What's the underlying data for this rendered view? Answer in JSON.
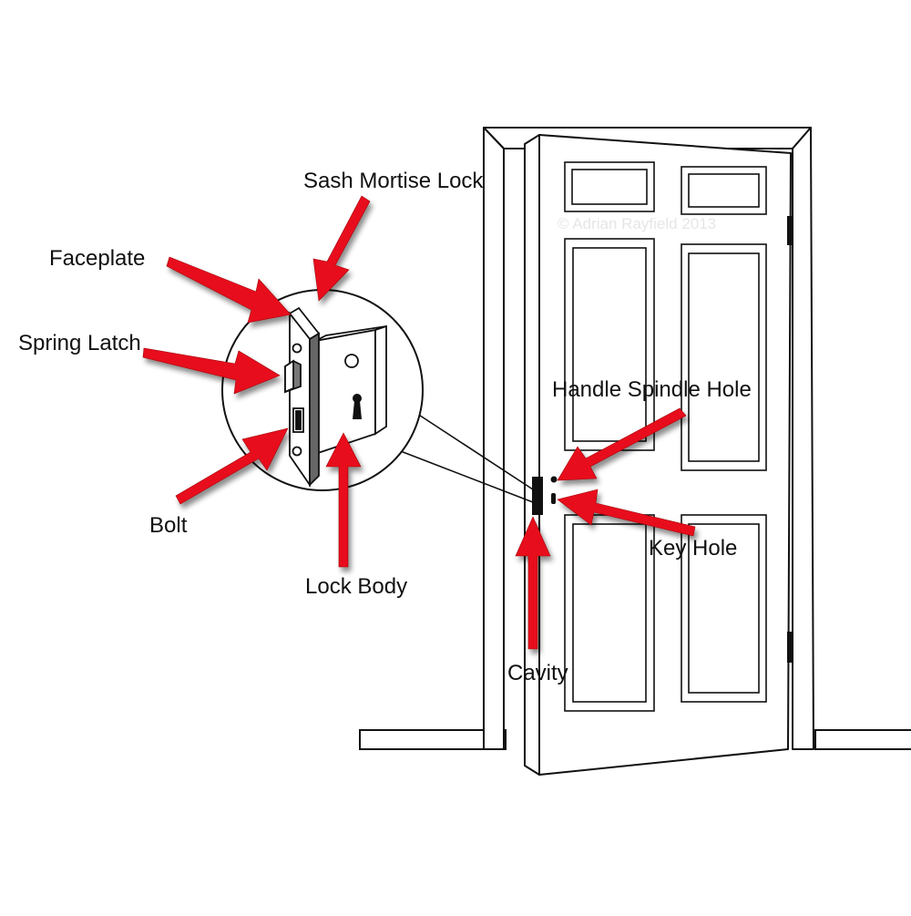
{
  "labels": {
    "sash_mortise_lock": "Sash Mortise Lock",
    "faceplate": "Faceplate",
    "spring_latch": "Spring Latch",
    "bolt": "Bolt",
    "lock_body": "Lock Body",
    "handle_spindle_hole": "Handle Spindle Hole",
    "key_hole": "Key Hole",
    "cavity": "Cavity"
  },
  "watermark": "© Adrian Rayfield 2013",
  "colors": {
    "arrow": "#e8101a",
    "line": "#111111",
    "background": "#ffffff"
  }
}
